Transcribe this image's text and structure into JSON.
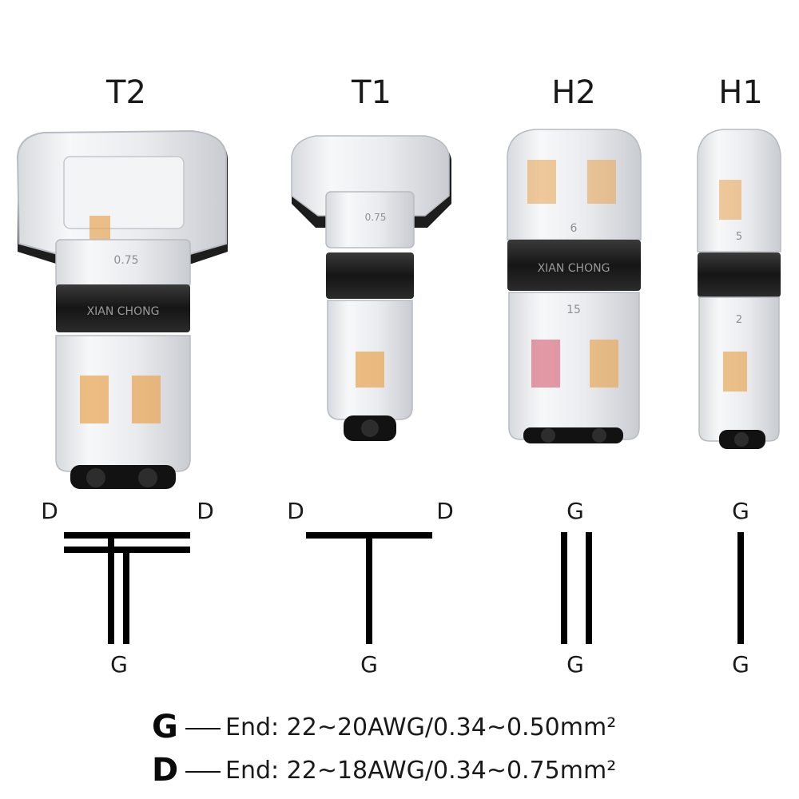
{
  "connectors": [
    {
      "id": "t2",
      "title": "T2",
      "ends": {
        "left": "D",
        "right": "D",
        "bottom": "G"
      }
    },
    {
      "id": "t1",
      "title": "T1",
      "ends": {
        "left": "D",
        "right": "D",
        "bottom": "G"
      }
    },
    {
      "id": "h2",
      "title": "H2",
      "ends": {
        "top": "G",
        "bottom": "G"
      }
    },
    {
      "id": "h1",
      "title": "H1",
      "ends": {
        "top": "G",
        "bottom": "G"
      }
    }
  ],
  "body_prints": {
    "brand": "XIAN CHONG",
    "t2_size": "0.75",
    "t1_size": "0.75",
    "numbers": [
      "5",
      "6",
      "15",
      "2"
    ]
  },
  "legend": [
    {
      "key": "G",
      "text": "End: 22~20AWG/0.34~0.50mm²"
    },
    {
      "key": "D",
      "text": "End: 22~18AWG/0.34~0.75mm²"
    }
  ],
  "colors": {
    "line": "#000000",
    "clear_plastic": "#eef0f2",
    "black_band": "#1b1b1b",
    "copper": "#d9953f"
  }
}
